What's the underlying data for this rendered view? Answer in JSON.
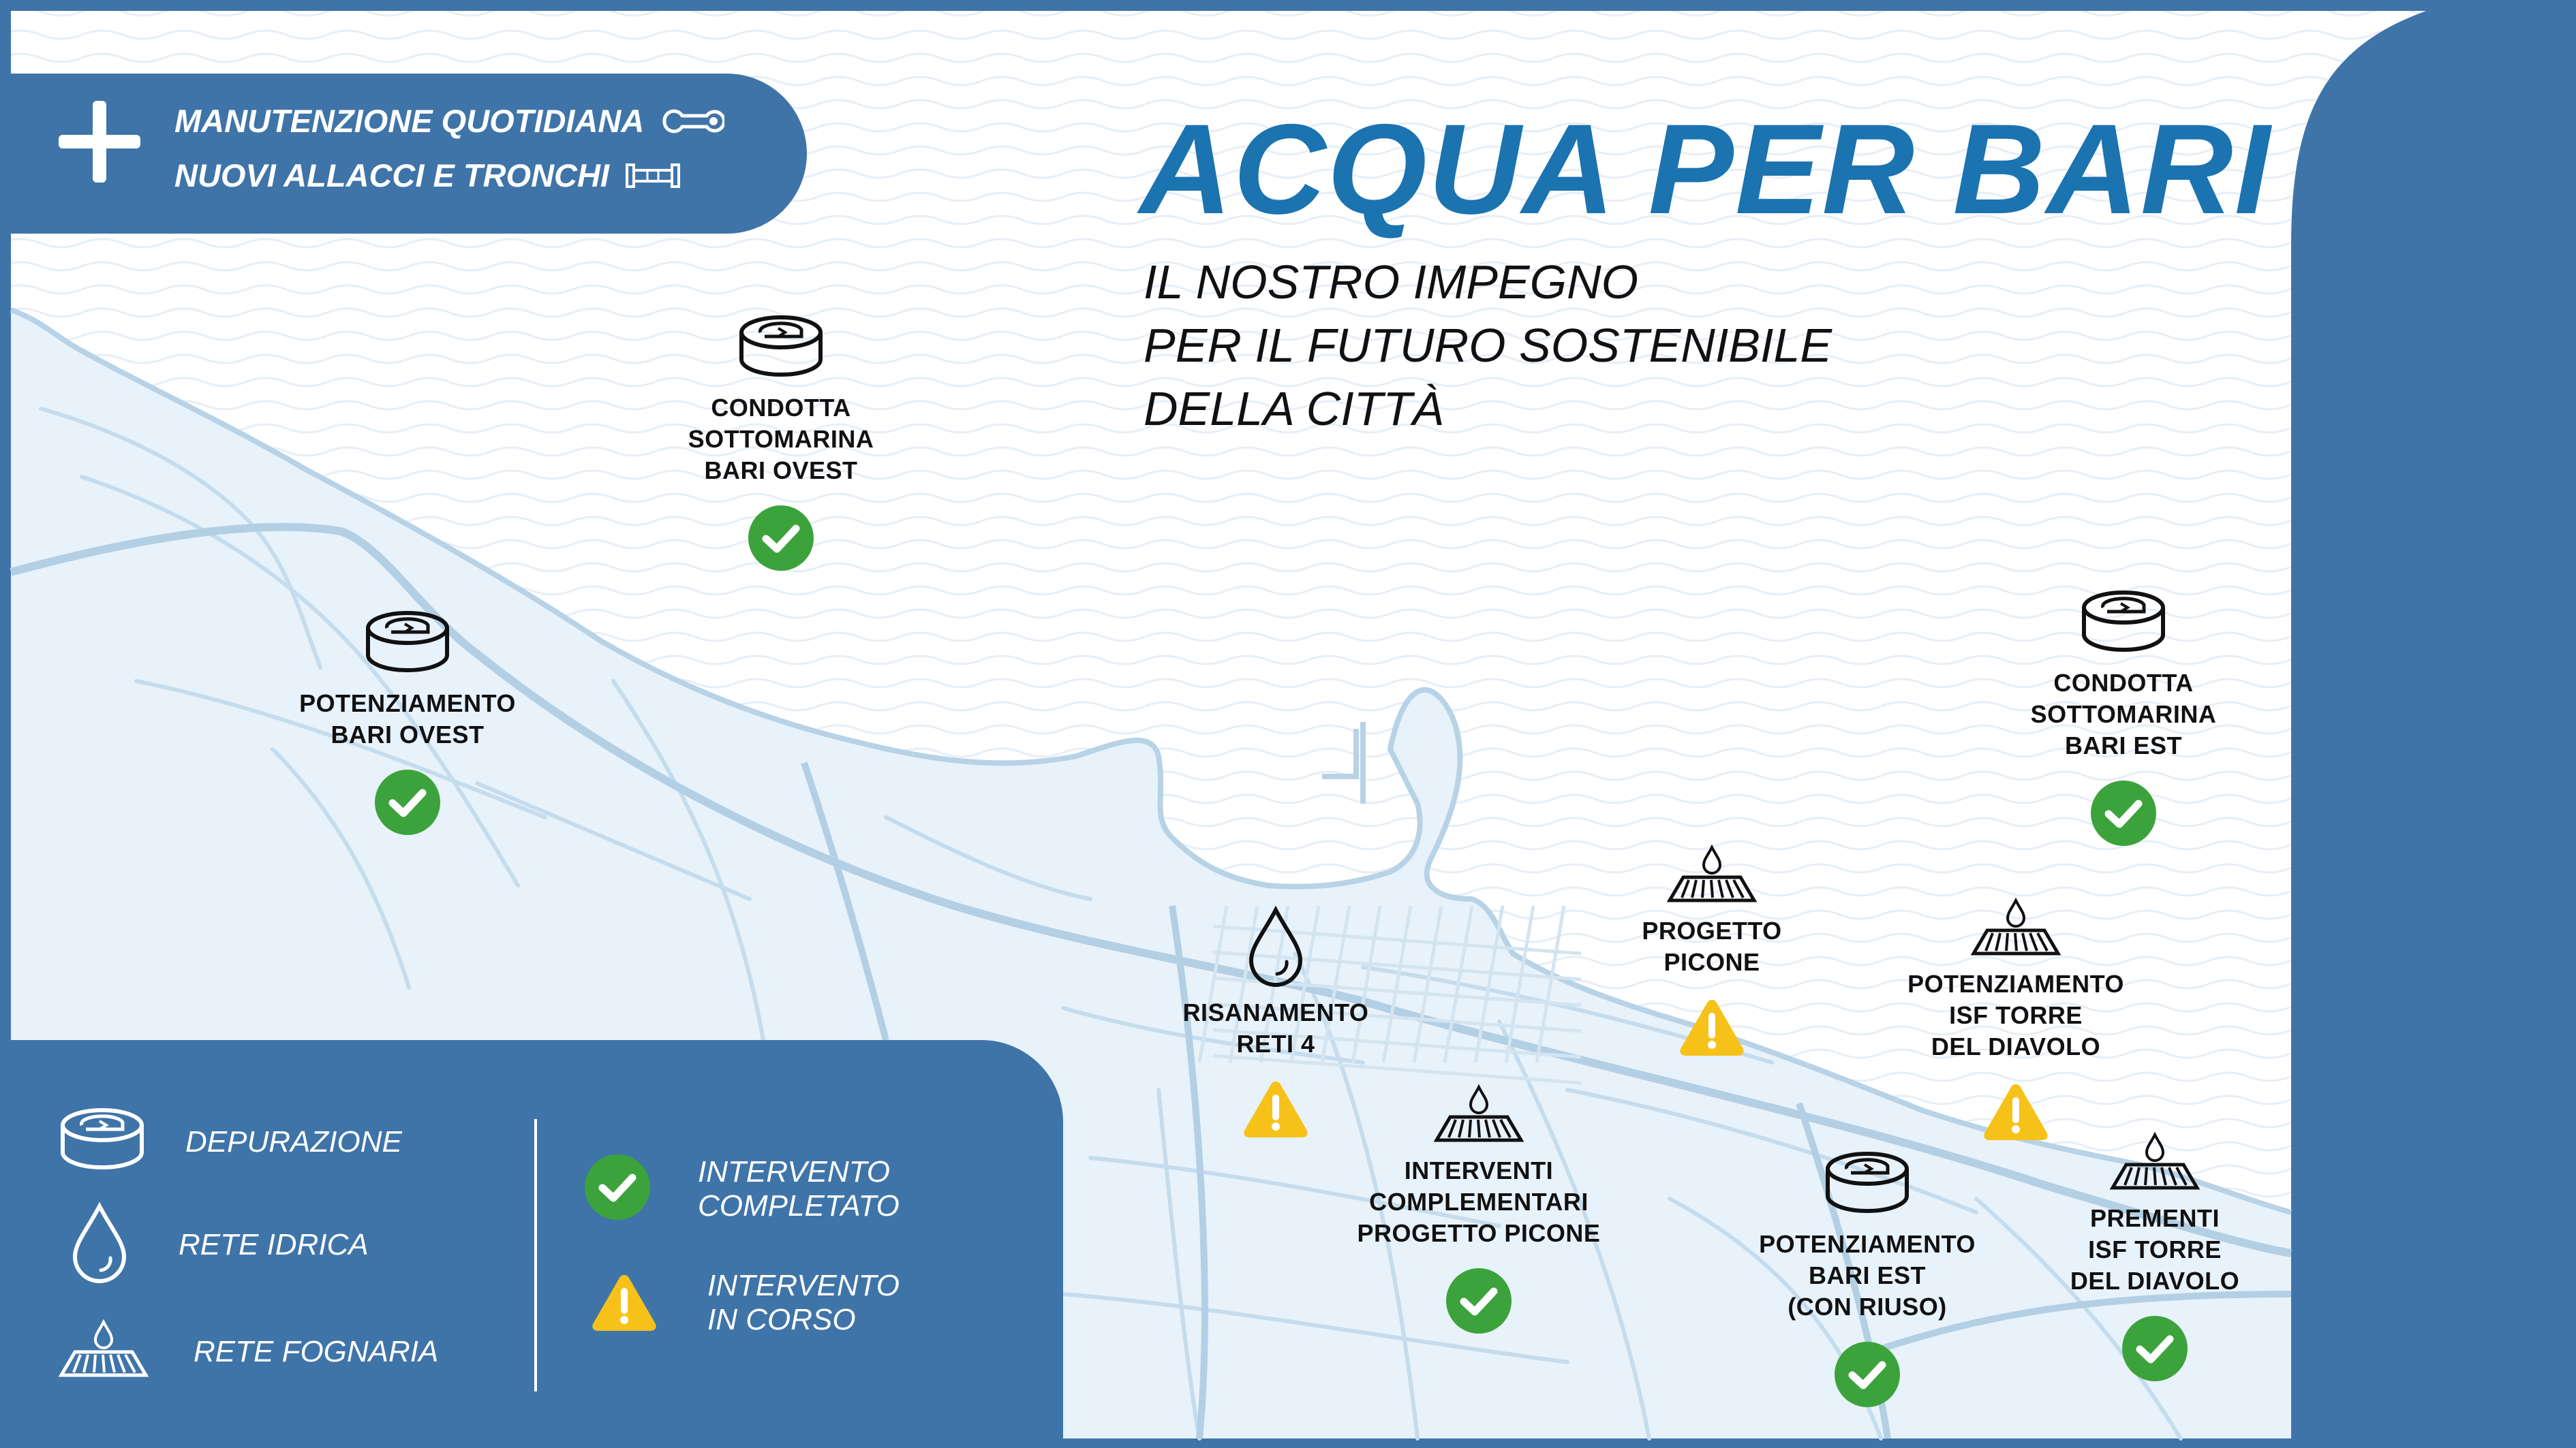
{
  "title": "ACQUA PER BARI",
  "subtitle": "IL NOSTRO IMPEGNO\nPER IL FUTURO SOSTENIBILE\nDELLA CITTÀ",
  "top_box": {
    "line1": "MANUTENZIONE QUOTIDIANA",
    "line2": "NUOVI ALLACCI E TRONCHI",
    "line1_icon": "wrench-icon",
    "line2_icon": "pipe-icon",
    "plus_icon": "plus-icon"
  },
  "legend": {
    "categories": [
      {
        "icon": "depuration-tank-icon",
        "label": "DEPURAZIONE"
      },
      {
        "icon": "water-drop-icon",
        "label": "RETE IDRICA"
      },
      {
        "icon": "sewer-grate-icon",
        "label": "RETE FOGNARIA"
      }
    ],
    "statuses": [
      {
        "icon": "check-circle-icon",
        "label": "INTERVENTO\nCOMPLETATO"
      },
      {
        "icon": "warning-triangle-icon",
        "label": "INTERVENTO\nIN CORSO"
      }
    ]
  },
  "poi": [
    {
      "id": "condotta-ovest",
      "label": "CONDOTTA\nSOTTOMARINA\nBARI OVEST",
      "type": "depurazione",
      "status": "completato"
    },
    {
      "id": "potenziamento-ovest",
      "label": "POTENZIAMENTO\nBARI OVEST",
      "type": "depurazione",
      "status": "completato"
    },
    {
      "id": "risanamento-reti",
      "label": "RISANAMENTO\nRETI 4",
      "type": "idrica",
      "status": "in-corso"
    },
    {
      "id": "interventi-picone",
      "label": "INTERVENTI\nCOMPLEMENTARI\nPROGETTO PICONE",
      "type": "fognaria",
      "status": "completato"
    },
    {
      "id": "progetto-picone",
      "label": "PROGETTO\nPICONE",
      "type": "fognaria",
      "status": "in-corso"
    },
    {
      "id": "potenziamento-isf",
      "label": "POTENZIAMENTO\nISF TORRE\nDEL DIAVOLO",
      "type": "fognaria",
      "status": "in-corso"
    },
    {
      "id": "condotta-est",
      "label": "CONDOTTA\nSOTTOMARINA\nBARI EST",
      "type": "depurazione",
      "status": "completato"
    },
    {
      "id": "potenziamento-est",
      "label": "POTENZIAMENTO\nBARI EST\n(CON RIUSO)",
      "type": "depurazione",
      "status": "completato"
    },
    {
      "id": "prementi-isf",
      "label": "PREMENTI\nISF TORRE\nDEL DIAVOLO",
      "type": "fognaria",
      "status": "completato"
    }
  ],
  "colors": {
    "frame_blue": "#3f74a8",
    "title_blue": "#1b73b0",
    "sea": "#ffffff",
    "land": "#e8f2fa",
    "road": "#c5dced",
    "check_green": "#3ca33c",
    "warning_yellow": "#f6c219"
  }
}
